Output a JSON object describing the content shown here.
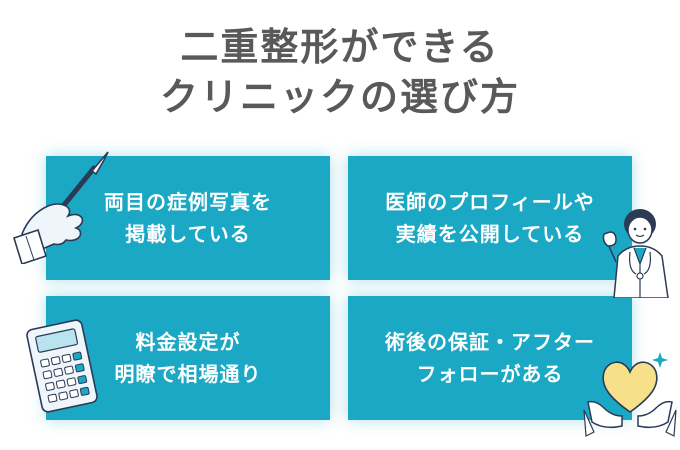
{
  "title": {
    "line1": "二重整形ができる",
    "line2": "クリニックの選び方"
  },
  "cards": [
    {
      "line1": "両目の症例写真を",
      "line2": "掲載している",
      "icon": "scalpel-hand-icon"
    },
    {
      "line1": "医師のプロフィールや",
      "line2": "実績を公開している",
      "icon": "doctor-icon"
    },
    {
      "line1": "料金設定が",
      "line2": "明瞭で相場通り",
      "icon": "calculator-icon"
    },
    {
      "line1": "術後の保証・アフター",
      "line2": "フォローがある",
      "icon": "heart-hands-icon"
    }
  ],
  "colors": {
    "card": "#1aa8c4",
    "title": "#595959",
    "heart": "#f7e08a"
  }
}
